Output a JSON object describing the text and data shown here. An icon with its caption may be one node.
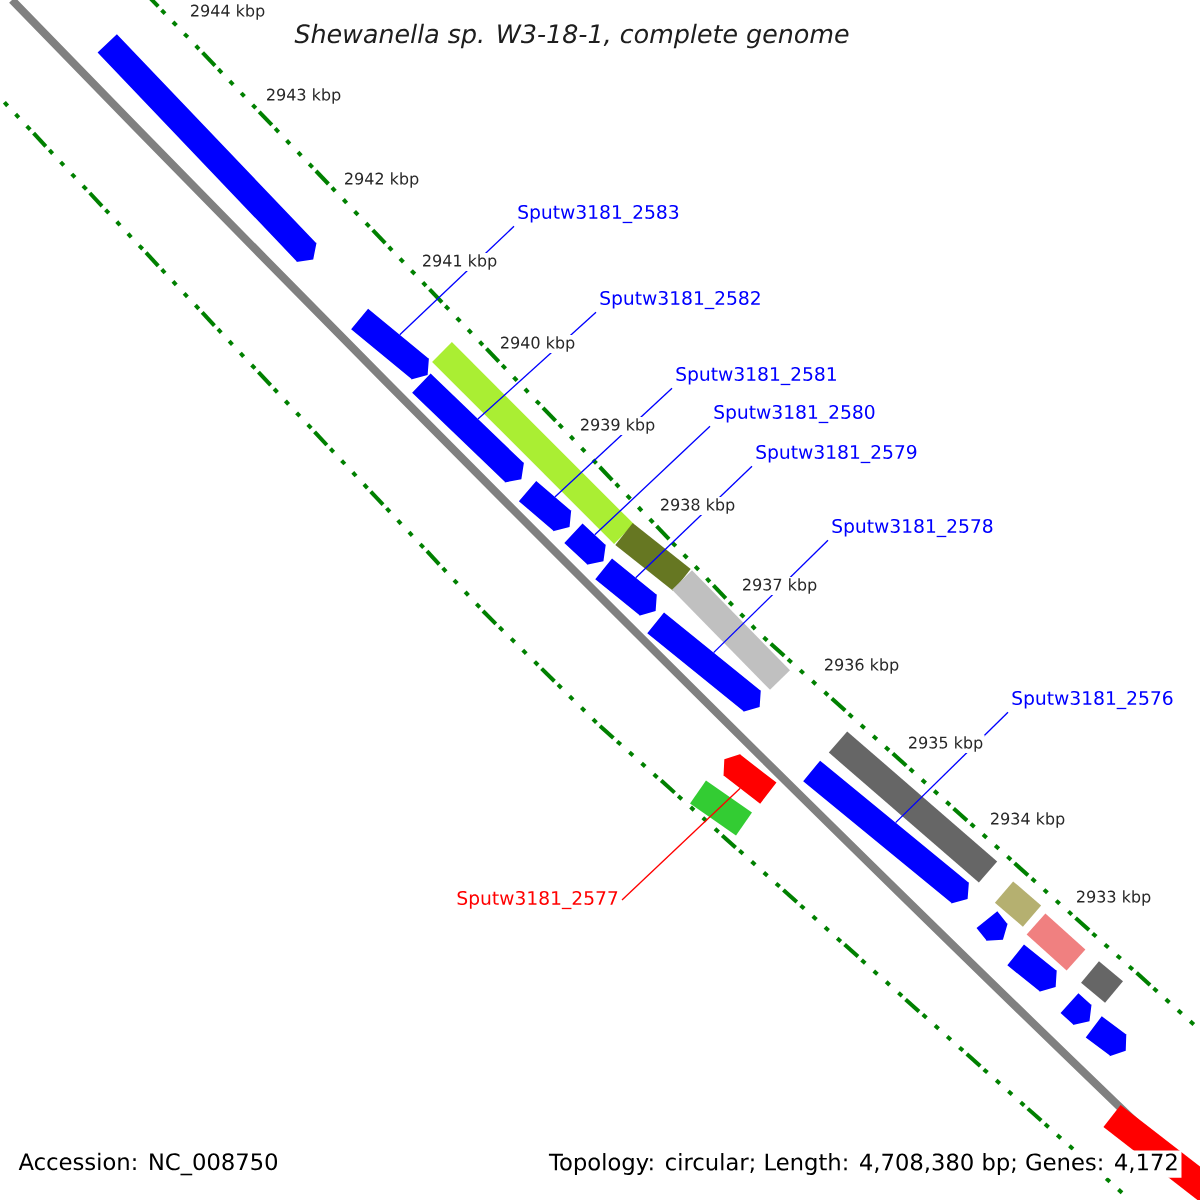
{
  "diagram": {
    "title": "Shewanella sp. W3-18-1, complete genome",
    "nodes": [
      {
        "text": [
          "Sputw3181_2583"
        ]
      },
      {
        "text": [
          "Sputw3181_2582"
        ]
      },
      {
        "text": [
          "Sputw3181_2581"
        ]
      },
      {
        "text": [
          "Sputw3181_2580"
        ]
      },
      {
        "text": [
          "Sputw3181_2579"
        ]
      },
      {
        "text": [
          "Sputw3181_2578"
        ]
      },
      {
        "text": [
          "Sputw3181_2576"
        ]
      },
      {
        "text": [
          "Sputw3181_2577"
        ]
      },
      {
        "text": [],
        "shape": "arrow"
      },
      {
        "text": [],
        "shape": "arrow"
      },
      {
        "text": [],
        "shape": "arrow"
      },
      {
        "text": [],
        "shape": "arrow"
      },
      {
        "text": [],
        "shape": "arrow"
      },
      {
        "text": [],
        "shape": "arrow"
      },
      {
        "text": [],
        "shape": "arrow"
      },
      {
        "text": [],
        "shape": "arrow"
      },
      {
        "text": [],
        "shape": "arrow"
      },
      {
        "text": [],
        "shape": "arrow"
      },
      {
        "text": [],
        "shape": "arrow"
      },
      {
        "text": [],
        "shape": "arrow"
      },
      {
        "text": [],
        "shape": "arrow"
      }
    ],
    "edges": [
      {
        "from": 0,
        "to": 9,
        "arrow": "none"
      },
      {
        "from": 1,
        "to": 10,
        "arrow": "none"
      },
      {
        "from": 2,
        "to": 11,
        "arrow": "none"
      },
      {
        "from": 3,
        "to": 12,
        "arrow": "none"
      },
      {
        "from": 4,
        "to": 13,
        "arrow": "none"
      },
      {
        "from": 5,
        "to": 14,
        "arrow": "none"
      },
      {
        "from": 6,
        "to": 16,
        "arrow": "none"
      },
      {
        "from": 7,
        "to": 15,
        "arrow": "none",
        "color": "#ff0000"
      }
    ],
    "labels": [
      "2944 kbp",
      "2943 kbp",
      "2942 kbp",
      "2941 kbp",
      "2940 kbp",
      "2939 kbp",
      "2938 kbp",
      "2937 kbp",
      "2936 kbp",
      "2935 kbp",
      "2934 kbp",
      "2933 kbp",
      "Accession: NC_008750",
      "Topology: circular; Length: 4,708,380 bp; Genes: 4,172"
    ]
  }
}
